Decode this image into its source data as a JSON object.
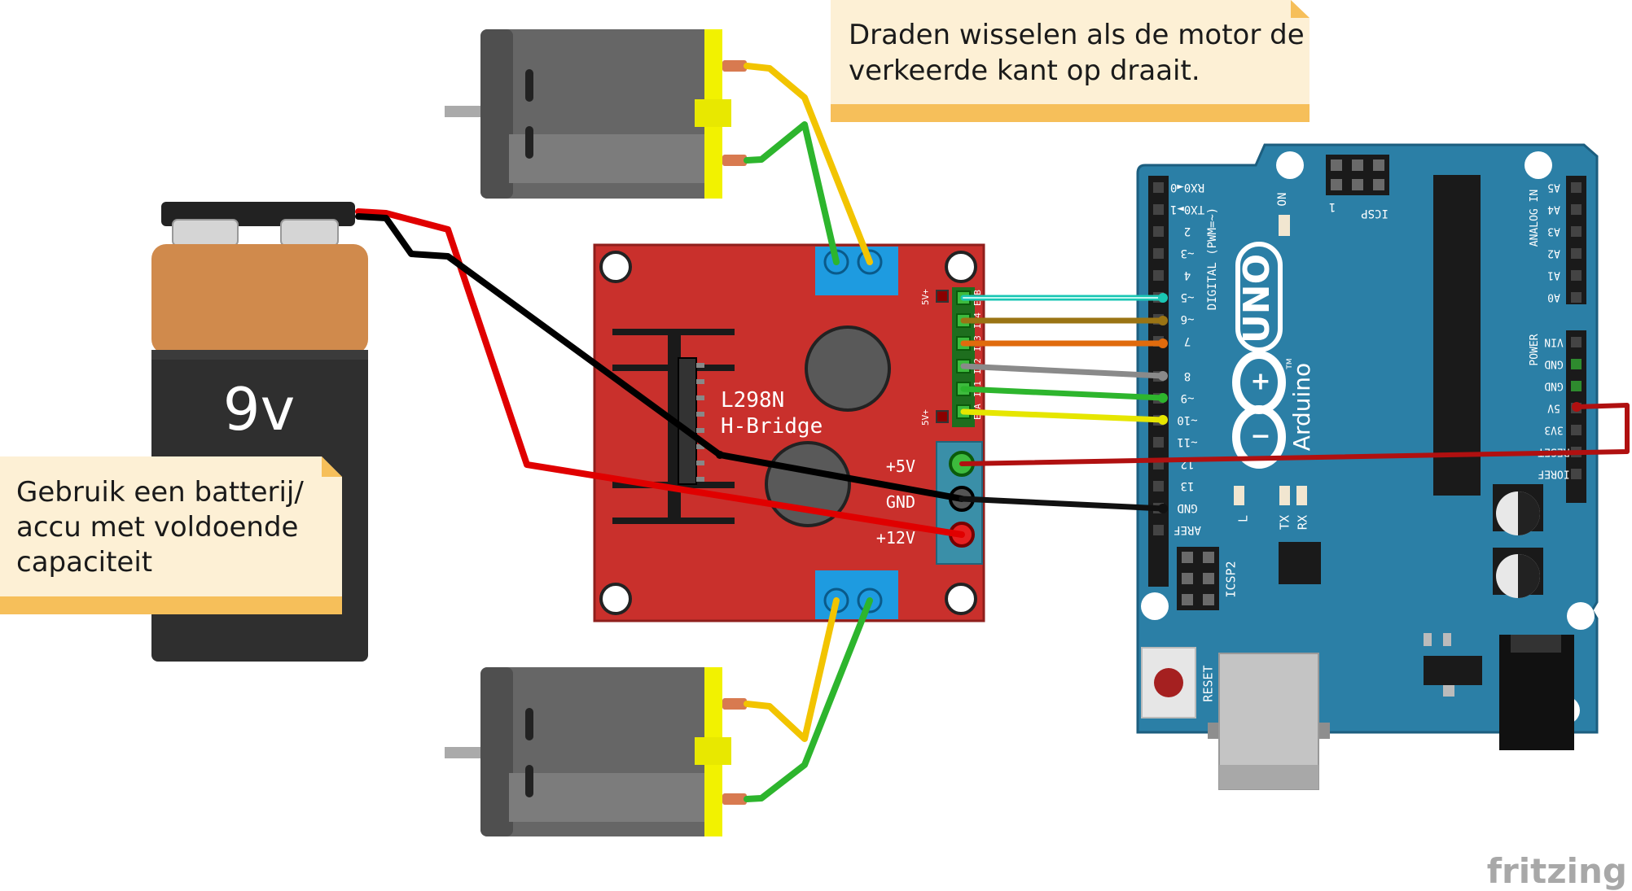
{
  "notes": {
    "top_line1": "Draden wisselen als de motor de",
    "top_line2": "verkeerde kant op draait.",
    "left_line1": "Gebruik een batterij/",
    "left_line2": "accu met voldoende",
    "left_line3": "capaciteit"
  },
  "battery": {
    "label": "9v"
  },
  "driver": {
    "name_line1": "L298N",
    "name_line2": "H-Bridge",
    "pin_5v": "+5V",
    "pin_gnd": "GND",
    "pin_12v": "+12V",
    "small_5v_a": "5V+",
    "small_5v_b": "5V+",
    "input_labels": [
      "ENB",
      "IN4",
      "IN3",
      "IN2",
      "IN1",
      "ENA"
    ]
  },
  "arduino": {
    "model": "UNO",
    "brand": "Arduino",
    "tm": "TM",
    "on_label": "ON",
    "icsp_label": "ICSP",
    "icsp_one": "1",
    "icsp2_label": "ICSP2",
    "reset_label": "RESET",
    "led_l": "L",
    "led_tx": "TX",
    "led_rx": "RX",
    "digital_header": "DIGITAL (PWM=~)",
    "digital_pins": [
      "RX0◄0",
      "TX0►1",
      "2",
      "~3",
      "4",
      "~5",
      "~6",
      "7",
      "8",
      "~9",
      "~10",
      "~11",
      "12",
      "13",
      "GND",
      "AREF"
    ],
    "analog_header": "ANALOG IN",
    "analog_pins": [
      "A5",
      "A4",
      "A3",
      "A2",
      "A1",
      "A0"
    ],
    "power_header": "POWER",
    "power_pins": [
      "VIN",
      "GND",
      "GND",
      "5V",
      "3V3",
      "RESET",
      "IOREF"
    ]
  },
  "watermark": "fritzing",
  "colors": {
    "note_fill": "#fdf0d5",
    "note_fold": "#f6bf5a",
    "board_red": "#c9302c",
    "arduino_blue": "#2b7fa6",
    "terminal_blue": "#1e9be0",
    "motor_yellow": "#f2f200",
    "wire_red": "#e00000",
    "wire_black": "#000000",
    "wire_green": "#2db52d",
    "wire_yellow": "#f2c400"
  }
}
